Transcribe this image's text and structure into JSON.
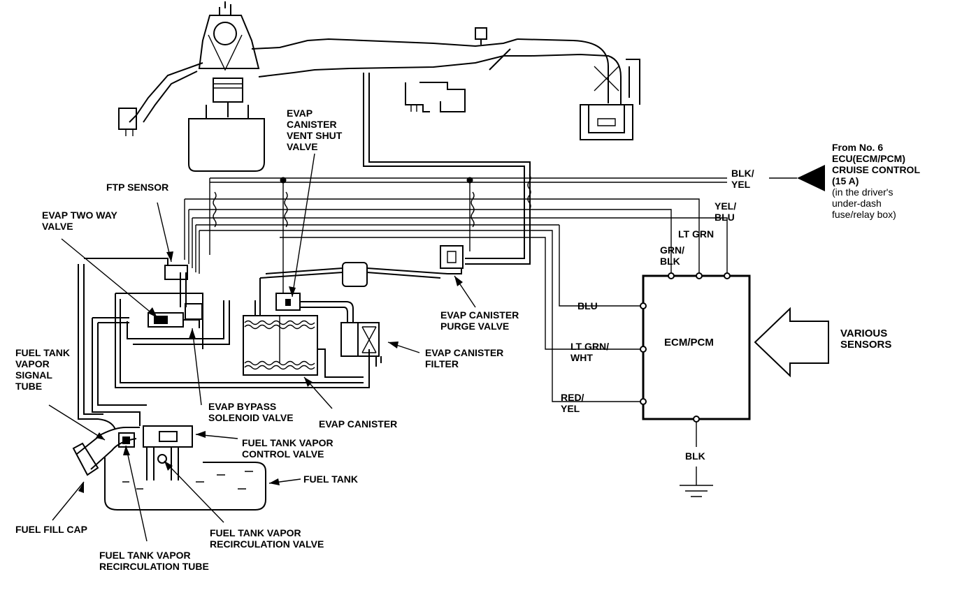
{
  "components": {
    "evap_canister_vent_shut_valve": "EVAP\nCANISTER\nVENT SHUT\nVALVE",
    "ftp_sensor": "FTP SENSOR",
    "evap_two_way_valve": "EVAP TWO WAY\nVALVE",
    "fuel_tank_vapor_signal_tube": "FUEL TANK\nVAPOR\nSIGNAL\nTUBE",
    "evap_bypass_solenoid_valve": "EVAP BYPASS\nSOLENOID VALVE",
    "evap_canister": "EVAP CANISTER",
    "evap_canister_purge_valve": "EVAP CANISTER\nPURGE VALVE",
    "evap_canister_filter": "EVAP CANISTER\nFILTER",
    "fuel_tank_vapor_control_valve": "FUEL TANK VAPOR\nCONTROL VALVE",
    "fuel_tank": "FUEL TANK",
    "fuel_fill_cap": "FUEL FILL CAP",
    "fuel_tank_vapor_recirculation_valve": "FUEL TANK VAPOR\nRECIRCULATION VALVE",
    "fuel_tank_vapor_recirculation_tube": "FUEL TANK VAPOR\nRECIRCULATION TUBE",
    "ecm_pcm": "ECM/PCM",
    "various_sensors": "VARIOUS\nSENSORS"
  },
  "power_source": {
    "title": "From No. 6\nECU(ECM/PCM)\nCRUISE CONTROL\n(15 A)",
    "note": "(in the driver's\nunder-dash\nfuse/relay box)"
  },
  "wires": {
    "blk_yel": "BLK/\nYEL",
    "yel_blu": "YEL/\nBLU",
    "lt_grn": "LT GRN",
    "grn_blk": "GRN/\nBLK",
    "blu": "BLU",
    "lt_grn_wht": "LT GRN/\nWHT",
    "red_yel": "RED/\nYEL",
    "blk": "BLK"
  }
}
